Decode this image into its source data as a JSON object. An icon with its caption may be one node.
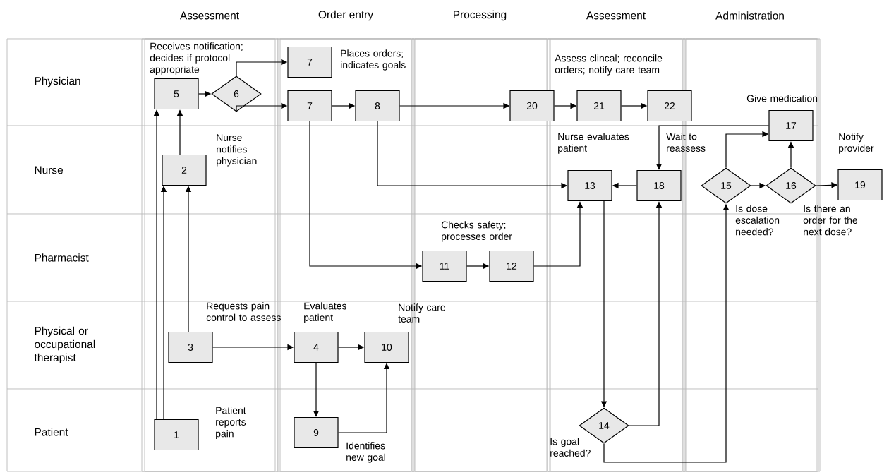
{
  "diagram": {
    "nodes": [
      {
        "text": [
          "5"
        ],
        "beside": [
          "Receives notification; decides if protocol appropriate"
        ]
      },
      {
        "text": [
          "6"
        ]
      },
      {
        "text": [
          "7"
        ],
        "beside": [
          "Places orders; indicates goals"
        ]
      },
      {
        "text": [
          "7"
        ]
      },
      {
        "text": [
          "8"
        ]
      },
      {
        "text": [
          "20"
        ]
      },
      {
        "text": [
          "21"
        ],
        "beside": [
          "Assess clincal; reconcile orders; notify care team"
        ]
      },
      {
        "text": [
          "22"
        ]
      },
      {
        "text": [
          "17"
        ],
        "beside": [
          "Give medication"
        ]
      },
      {
        "text": [
          "2"
        ],
        "beside": [
          "Nurse notifies physician"
        ]
      },
      {
        "text": [
          "13"
        ],
        "beside": [
          "Nurse evaluates patient"
        ]
      },
      {
        "text": [
          "18"
        ],
        "beside": [
          "Wait to reassess"
        ]
      },
      {
        "text": [
          "15"
        ],
        "beside": [
          "Is dose escalation needed?"
        ]
      },
      {
        "text": [
          "16"
        ],
        "beside": [
          "Is there an order for the next dose?"
        ]
      },
      {
        "text": [
          "19"
        ],
        "beside": [
          "Notify provider"
        ]
      },
      {
        "text": [
          "11"
        ],
        "beside": [
          "Checks safety; processes order"
        ]
      },
      {
        "text": [
          "12"
        ]
      },
      {
        "text": [
          "3"
        ],
        "beside": [
          "Requests pain control to assess"
        ]
      },
      {
        "text": [
          "4"
        ],
        "beside": [
          "Evaluates patient"
        ]
      },
      {
        "text": [
          "10"
        ],
        "beside": [
          "Notify care team"
        ]
      },
      {
        "text": [
          "14"
        ],
        "beside": [
          "Is goal reached?"
        ]
      },
      {
        "text": [
          "1"
        ],
        "beside": [
          "Patient reports pain"
        ]
      },
      {
        "text": [
          "9"
        ],
        "beside": [
          "Identifies new goal"
        ]
      }
    ],
    "edges": [
      {
        "from": 21,
        "to": 0,
        "arrow": "to"
      },
      {
        "from": 21,
        "to": 9,
        "arrow": "to"
      },
      {
        "from": 17,
        "to": 9,
        "arrow": "to"
      },
      {
        "from": 9,
        "to": 0,
        "arrow": "to"
      },
      {
        "from": 0,
        "to": 1,
        "arrow": "to"
      },
      {
        "from": 1,
        "to": 2,
        "arrow": "to"
      },
      {
        "from": 1,
        "to": 3,
        "arrow": "to"
      },
      {
        "from": 3,
        "to": 4,
        "arrow": "to"
      },
      {
        "from": 4,
        "to": 5,
        "arrow": "to"
      },
      {
        "from": 5,
        "to": 6,
        "arrow": "to"
      },
      {
        "from": 6,
        "to": 7,
        "arrow": "to"
      },
      {
        "from": 4,
        "to": 10,
        "arrow": "to"
      },
      {
        "from": 3,
        "to": 15,
        "arrow": "to"
      },
      {
        "from": 15,
        "to": 16,
        "arrow": "to"
      },
      {
        "from": 16,
        "to": 10,
        "arrow": "to"
      },
      {
        "from": 10,
        "to": 20,
        "arrow": "to"
      },
      {
        "from": 20,
        "to": 11,
        "arrow": "to"
      },
      {
        "from": 20,
        "to": 12,
        "arrow": "to"
      },
      {
        "from": 11,
        "to": 10,
        "arrow": "to"
      },
      {
        "from": 8,
        "to": 11,
        "arrow": "to"
      },
      {
        "from": 12,
        "to": 8,
        "arrow": "to"
      },
      {
        "from": 12,
        "to": 13,
        "arrow": "to"
      },
      {
        "from": 13,
        "to": 8,
        "arrow": "to"
      },
      {
        "from": 13,
        "to": 14,
        "arrow": "to"
      },
      {
        "from": 17,
        "to": 18,
        "arrow": "to"
      },
      {
        "from": 18,
        "to": 19,
        "arrow": "to"
      },
      {
        "from": 18,
        "to": 22,
        "arrow": "to"
      },
      {
        "from": 22,
        "to": 19,
        "arrow": "to"
      }
    ],
    "labels": [
      "Assessment",
      "Order entry",
      "Processing",
      "Assessment",
      "Administration",
      "Physician",
      "Nurse",
      "Pharmacist",
      "Physical or occupational therapist",
      "Patient"
    ]
  }
}
